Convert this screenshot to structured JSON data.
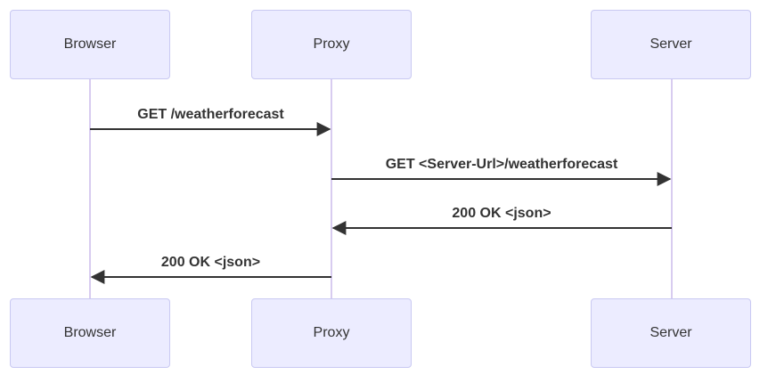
{
  "diagram": {
    "type": "sequence-diagram",
    "actors": [
      {
        "id": "browser",
        "label": "Browser"
      },
      {
        "id": "proxy",
        "label": "Proxy"
      },
      {
        "id": "server",
        "label": "Server"
      }
    ],
    "messages": [
      {
        "from": "Browser",
        "to": "Proxy",
        "direction": "right",
        "label": "GET /weatherforecast"
      },
      {
        "from": "Proxy",
        "to": "Server",
        "direction": "right",
        "label": "GET <Server-Url>/weatherforecast"
      },
      {
        "from": "Server",
        "to": "Proxy",
        "direction": "left",
        "label": "200 OK <json>"
      },
      {
        "from": "Proxy",
        "to": "Browser",
        "direction": "left",
        "label": "200 OK <json>"
      }
    ],
    "colors": {
      "actor_fill": "#ECECFF",
      "actor_border": "#C9C9F2",
      "lifeline": "#D8CCF0",
      "arrow": "#333333",
      "text": "#333333",
      "background": "#FFFFFF"
    }
  }
}
